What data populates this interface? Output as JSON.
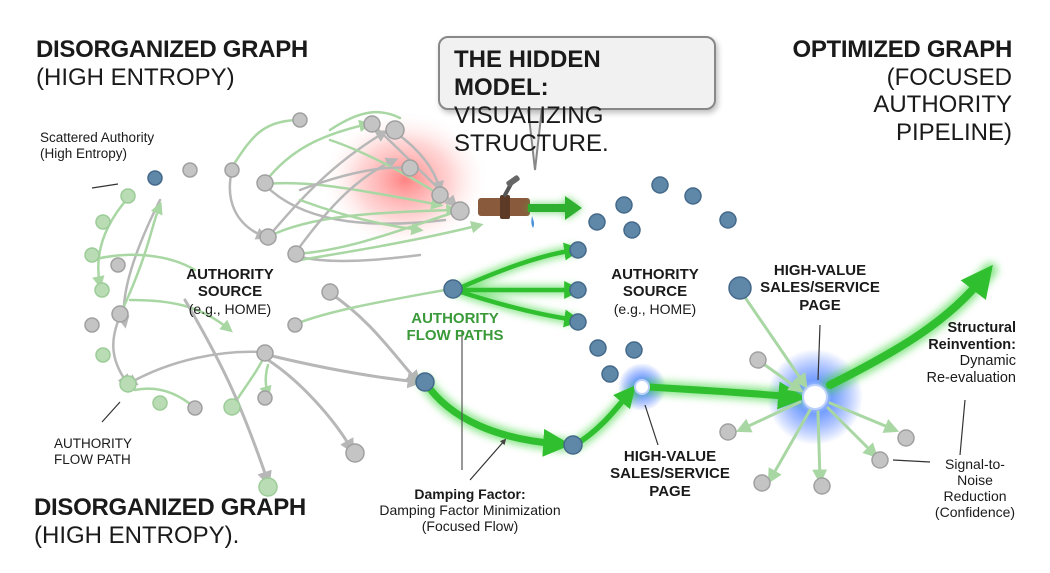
{
  "left_panel": {
    "title_line1": "DISORGANIZED GRAPH",
    "title_line2": "(HIGH ENTROPY)",
    "bottom_title_line1": "DISORGANIZED GRAPH",
    "bottom_title_line2": "(HIGH ENTROPY).",
    "scattered_line1": "Scattered Authority",
    "scattered_line2": "(High Entropy)",
    "source_line1": "AUTHORITY",
    "source_line2": "SOURCE",
    "source_line3": "(e.g., HOME)",
    "flow_path_line1": "AUTHORITY",
    "flow_path_line2": "FLOW PATH"
  },
  "callout": {
    "line1": "THE HIDDEN MODEL:",
    "line2": "VISUALIZING STRUCTURE."
  },
  "middle_panel": {
    "flow_paths_line1": "AUTHORITY",
    "flow_paths_line2": "FLOW PATHS",
    "source_line1": "AUTHORITY",
    "source_line2": "SOURCE",
    "source_line3": "(e.g., HOME)",
    "damping_line1": "Damping Factor:",
    "damping_line2": "Damping Factor Minimization",
    "damping_line3": "(Focused Flow)",
    "hv_line1": "HIGH-VALUE",
    "hv_line2": "SALES/SERVICE",
    "hv_line3": "PAGE"
  },
  "right_panel": {
    "title_line1": "OPTIMIZED GRAPH",
    "title_line2": "(FOCUSED AUTHORITY",
    "title_line3": "PIPELINE)",
    "hv_line1": "HIGH-VALUE",
    "hv_line2": "SALES/SERVICE",
    "hv_line3": "PAGE",
    "reinvention_line1": "Structural",
    "reinvention_line2": "Reinvention:",
    "reinvention_line3": "Dynamic",
    "reinvention_line4": "Re-evaluation",
    "signal_line1": "Signal-to-",
    "signal_line2": "Noise",
    "signal_line3": "Reduction",
    "signal_line4": "(Confidence)"
  },
  "colors": {
    "node_gray": "#c4c4c4",
    "node_green": "#b9dcb5",
    "node_blue": "#5f87a8",
    "flow_green": "#34c234",
    "glow_red": "#ff6b6b",
    "glow_blue": "#3a7bff",
    "pipe_brown": "#8a5a3c"
  }
}
